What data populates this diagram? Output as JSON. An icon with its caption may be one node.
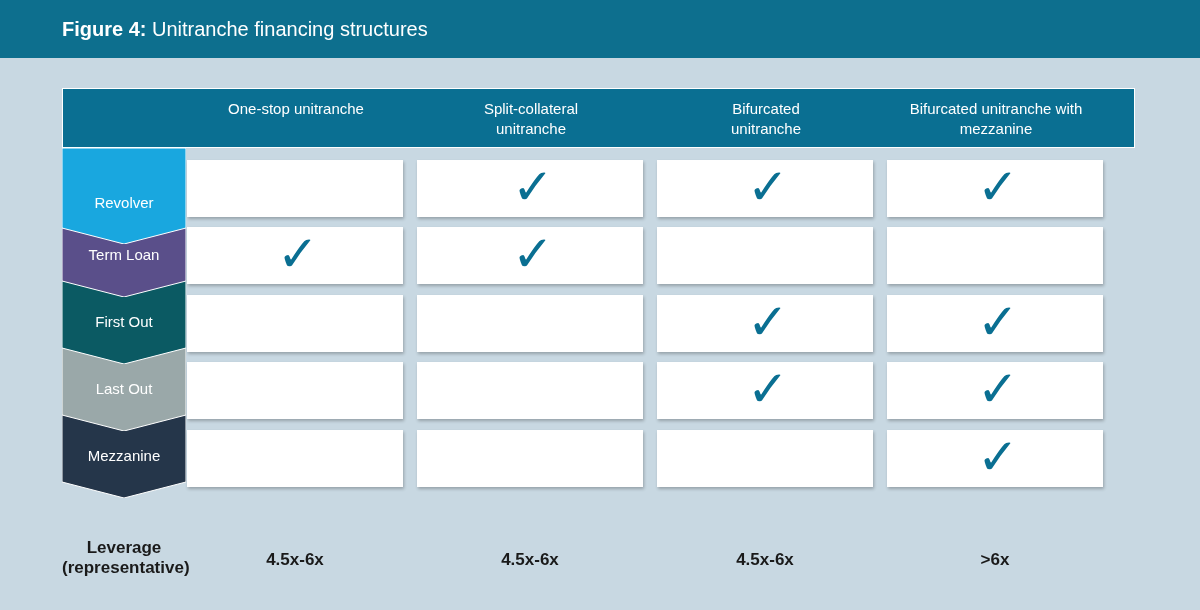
{
  "diagram": {
    "title": "**Figure 4:** Unitranche financing structures",
    "nodes": [
      {
        "text": [
          "Revolver"
        ]
      },
      {
        "text": [],
        "shape": "box"
      },
      {
        "text": [
          "✓"
        ]
      },
      {
        "text": [
          "✓"
        ]
      },
      {
        "text": [
          "✓"
        ]
      },
      {
        "text": [
          "Term Loan"
        ]
      },
      {
        "text": [
          "✓"
        ]
      },
      {
        "text": [
          "✓"
        ]
      },
      {
        "text": [],
        "shape": "box"
      },
      {
        "text": [],
        "shape": "box"
      },
      {
        "text": [
          "First Out"
        ]
      },
      {
        "text": [],
        "shape": "box"
      },
      {
        "text": [],
        "shape": "box"
      },
      {
        "text": [
          "✓"
        ]
      },
      {
        "text": [
          "✓"
        ]
      },
      {
        "text": [
          "Last Out"
        ]
      },
      {
        "text": [],
        "shape": "box"
      },
      {
        "text": [],
        "shape": "box"
      },
      {
        "text": [
          "✓"
        ]
      },
      {
        "text": [
          "✓"
        ]
      },
      {
        "text": [
          "Mezzanine"
        ]
      },
      {
        "text": [],
        "shape": "box"
      },
      {
        "text": [],
        "shape": "box"
      },
      {
        "text": [],
        "shape": "box"
      },
      {
        "text": [
          "✓"
        ]
      }
    ],
    "labels": [
      "One-stop unitranche",
      "Split-collateral unitranche",
      "Bifurcated unitranche",
      "Bifurcated unitranche with mezzanine",
      "Leverage (representative)",
      "4.5x-6x",
      "4.5x-6x",
      "4.5x-6x",
      ">6x"
    ]
  }
}
